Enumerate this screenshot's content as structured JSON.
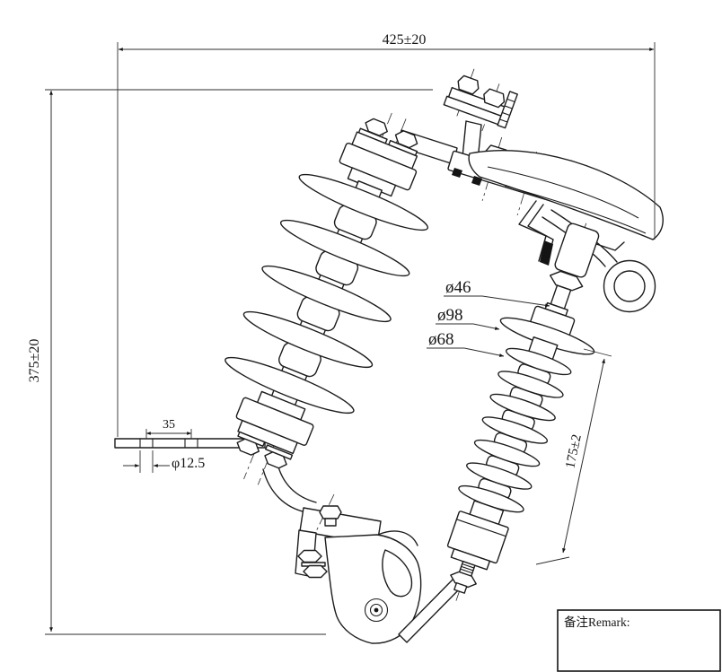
{
  "dimensions": {
    "overall_width": "425±20",
    "overall_height": "375±20",
    "arrester_housing_length": "175±2",
    "mounting_hole_spacing": "35",
    "mounting_hole_diameter": "φ12.5",
    "stud_diameter": "ø46",
    "top_flange_diameter": "ø98",
    "shed_diameter": "ø68"
  },
  "remark": {
    "label": "备注Remark:"
  },
  "colors": {
    "outline": "#1c1c1c",
    "dimension": "#2e2e2e",
    "background": "#ffffff"
  }
}
